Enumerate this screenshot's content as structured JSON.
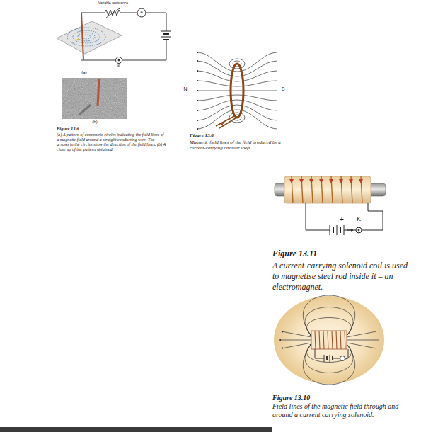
{
  "diagram": {
    "labels": [
      "Variable resistance",
      "A",
      "K",
      "(a)",
      "(b)",
      "Figure 13.6",
      "(a) A pattern of concentric circles indicating the field lines of a magnetic field around a straight conducting wire. The arrows in the circles show the direction of the field lines. (b) A close up of the pattern obtained.",
      "N",
      "S",
      "Figure 13.8",
      "Magnetic field lines of the field produced by a current-carrying circular loop",
      "K",
      "-",
      "+",
      "Figure 13.11",
      "A current-carrying solenoid coil is used to magnetise steel rod inside it – an electromagnet.",
      "Figure 13.10",
      "Field lines of the magnetic field through and around a current carrying solenoid."
    ]
  }
}
